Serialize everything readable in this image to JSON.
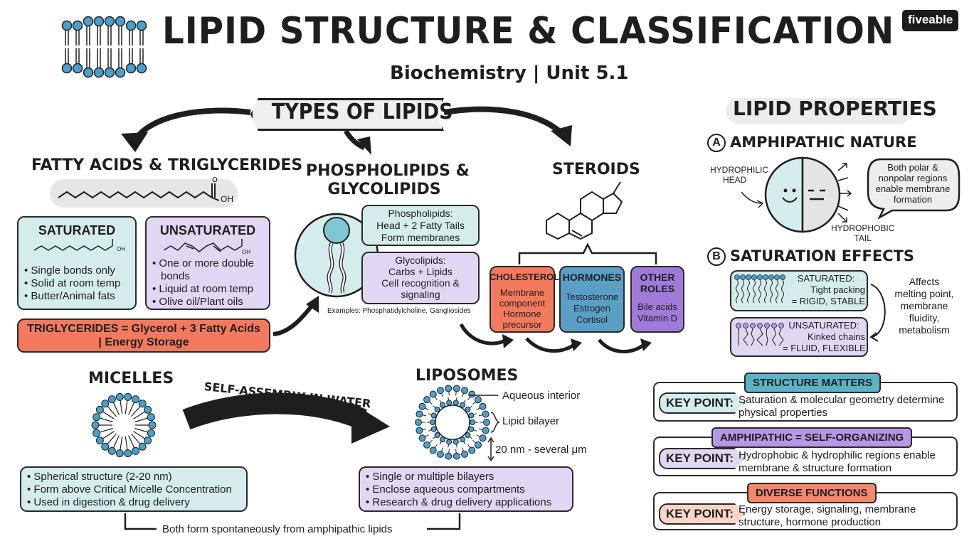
{
  "header": {
    "title": "LIPID STRUCTURE & CLASSIFICATION",
    "subtitle": "Biochemistry | Unit 5.1",
    "brand": "fiveable"
  },
  "types_banner": "TYPES OF LIPIDS",
  "fatty_acids": {
    "heading": "FATTY ACIDS & TRIGLYCERIDES",
    "oh_label": "OH",
    "saturated": {
      "title": "SATURATED",
      "oh_label": "OH",
      "bullets": [
        "• Single bonds only",
        "• Solid at room temp",
        "• Butter/Animal fats"
      ]
    },
    "unsaturated": {
      "title": "UNSATURATED",
      "oh_label": "OH",
      "bullets": [
        "• One or more double",
        "bonds",
        "• Liquid at room temp",
        "• Olive oil/Plant oils"
      ]
    },
    "triglycerides_line1": "TRIGLYCERIDES = Glycerol + 3 Fatty Acids",
    "triglycerides_line2": "| Energy Storage"
  },
  "phospholipids": {
    "heading_line1": "PHOSPHOLIPIDS &",
    "heading_line2": "GLYCOLIPIDS",
    "phospho_box": [
      "Phospholipids:",
      "Head + 2 Fatty Tails",
      "Form membranes"
    ],
    "glyco_box": [
      "Glycolipids:",
      "Carbs + Lipids",
      "Cell recognition &",
      "signaling"
    ],
    "examples": "Examples: Phosphatidylcholine, Gangliosides"
  },
  "steroids": {
    "heading": "STEROIDS",
    "cholesterol": {
      "title": "CHOLESTEROL",
      "lines": [
        "Membrane",
        "component",
        "Hormone",
        "precursor"
      ]
    },
    "hormones": {
      "title": "HORMONES",
      "lines": [
        "Testosterone",
        "Estrogen",
        "Cortisol"
      ]
    },
    "other": {
      "title": "OTHER",
      "title2": "ROLES",
      "lines": [
        "Bile acids",
        "Vitamin D"
      ]
    }
  },
  "micelles": {
    "heading": "MICELLES",
    "bullets": [
      "• Spherical structure (2-20 nm)",
      "• Form above Critical Micelle Concentration",
      "• Used in digestion & drug delivery"
    ]
  },
  "self_assembly": "SELF-ASSEMBLY IN WATER",
  "liposomes": {
    "heading": "LIPOSOMES",
    "label_interior": "Aqueous interior",
    "label_bilayer": "Lipid bilayer",
    "label_size": "20 nm - several μm",
    "bullets": [
      "• Single or multiple bilayers",
      "• Enclose aqueous compartments",
      "• Research & drug delivery applications"
    ]
  },
  "footer_note": "Both form spontaneously from amphipathic lipids",
  "properties": {
    "heading": "LIPID PROPERTIES",
    "a_letter": "A",
    "a_title": "AMPHIPATHIC NATURE",
    "hydrophilic_line1": "HYDROPHILIC",
    "hydrophilic_line2": "HEAD",
    "hydrophobic_line1": "HYDROPHOBIC",
    "hydrophobic_line2": "TAIL",
    "bubble": [
      "Both polar &",
      "nonpolar regions",
      "enable membrane",
      "formation"
    ],
    "b_letter": "B",
    "b_title": "SATURATION EFFECTS",
    "sat_box": [
      "SATURATED:",
      "Tight packing",
      "= RIGID, STABLE"
    ],
    "unsat_box": [
      "UNSATURATED:",
      "Kinked chains",
      "= FLUID, FLEXIBLE"
    ],
    "affects": [
      "Affects",
      "melting point,",
      "membrane",
      "fluidity,",
      "metabolism"
    ]
  },
  "key_points": [
    {
      "tag": "STRUCTURE MATTERS",
      "label": "KEY POINT:",
      "line1": "Saturation & molecular geometry determine",
      "line2": "physical properties",
      "tag_color": "#5ab3c7",
      "label_bg": "#d5ecec"
    },
    {
      "tag": "AMPHIPATHIC = SELF-ORGANIZING",
      "label": "KEY POINT:",
      "line1": "Hydrophobic & hydrophilic regions enable",
      "line2": "membrane & structure formation",
      "tag_color": "#b597e6",
      "label_bg": "#e2d7f3"
    },
    {
      "tag": "DIVERSE FUNCTIONS",
      "label": "KEY POINT:",
      "line1": "Energy storage, signaling, membrane",
      "line2": "structure, hormone production",
      "tag_color": "#f3886c",
      "label_bg": "#fbd6c8"
    }
  ],
  "colors": {
    "teal": "#d5ecec",
    "purple": "#e2d7f3",
    "coral": "#f37a5e",
    "blue": "#5b9fc6",
    "violet": "#a07ad8",
    "lipid_head": "#4aa0cc"
  }
}
